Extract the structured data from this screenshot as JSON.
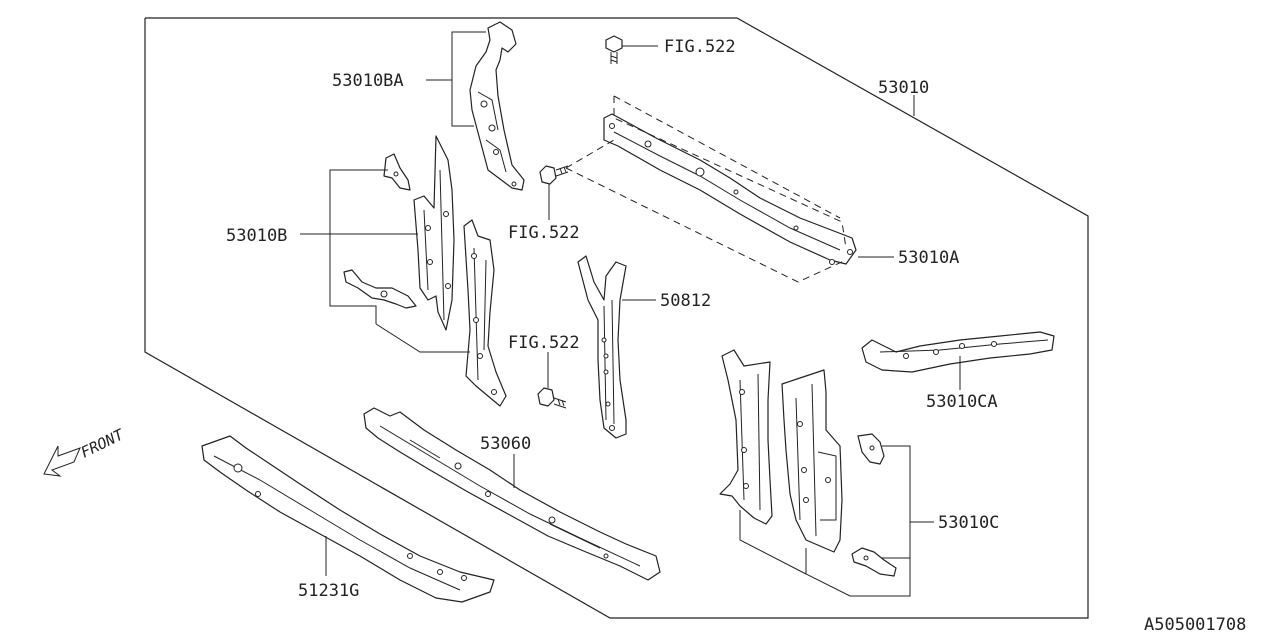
{
  "diagram": {
    "catalog_number": "A505001708",
    "direction_label": "FRONT",
    "callouts": {
      "p53010": "53010",
      "p53010BA": "53010BA",
      "p53010B": "53010B",
      "p53010A": "53010A",
      "p50812": "50812",
      "p53060": "53060",
      "p51231G": "51231G",
      "p53010CA": "53010CA",
      "p53010C": "53010C",
      "fig_top": "FIG.522",
      "fig_mid": "FIG.522",
      "fig_center": "FIG.522"
    }
  }
}
